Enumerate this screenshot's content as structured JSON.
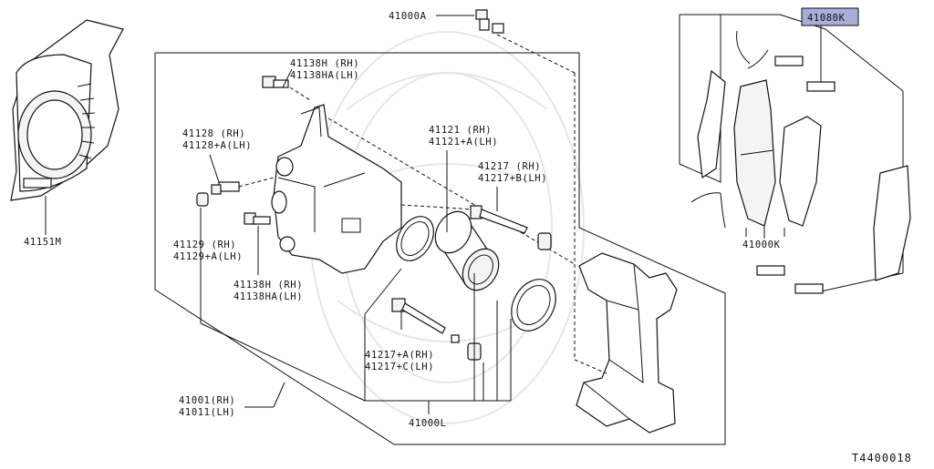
{
  "diagram": {
    "code": "T4400018",
    "colors": {
      "line": "#111111",
      "highlight_fill": "#a9acd9",
      "watermark": "#e6e6e6"
    },
    "labels": {
      "bolt_top": "41000A",
      "highlight_kit": "41080K",
      "plate": "41151M",
      "bolt_upper_rh": "41138H  (RH)",
      "bolt_upper_lh": "41138HA(LH)",
      "bleeder_rh": "41128  (RH)",
      "bleeder_lh": "41128+A(LH)",
      "cap_rh": "41129  (RH)",
      "cap_lh": "41129+A(LH)",
      "bolt_lower_rh": "41138H  (RH)",
      "bolt_lower_lh": "41138HA(LH)",
      "piston_rh": "41121  (RH)",
      "piston_lh": "41121+A(LH)",
      "pin_upper_rh": "41217  (RH)",
      "pin_upper_lh": "41217+B(LH)",
      "pin_lower_rh": "41217+A(RH)",
      "pin_lower_lh": "41217+C(LH)",
      "caliper_rh": "41001(RH)",
      "caliper_lh": "41011(LH)",
      "seal_kit": "41000L",
      "pad_kit": "41000K"
    }
  }
}
